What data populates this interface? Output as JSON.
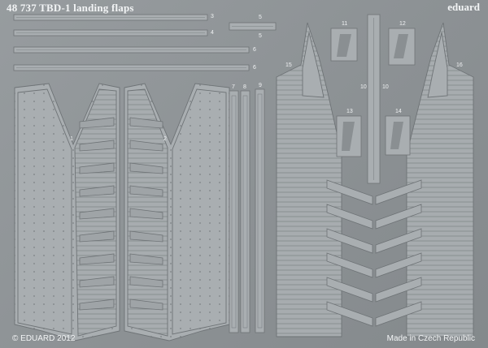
{
  "sheet": {
    "title": "48 737   TBD-1 landing flaps",
    "brand": "eduard",
    "copyright": "© EDUARD 2012",
    "origin": "Made in Czech Republic"
  },
  "part_numbers": [
    "1",
    "2",
    "3",
    "4",
    "5",
    "5",
    "6",
    "6",
    "7",
    "8",
    "9",
    "10",
    "10",
    "11",
    "12",
    "13",
    "14",
    "15",
    "16"
  ],
  "colors": {
    "fret": "#8e9396",
    "part": "#a9aeb1",
    "part_edge": "#6e7376",
    "text": "#f2f4f5"
  }
}
